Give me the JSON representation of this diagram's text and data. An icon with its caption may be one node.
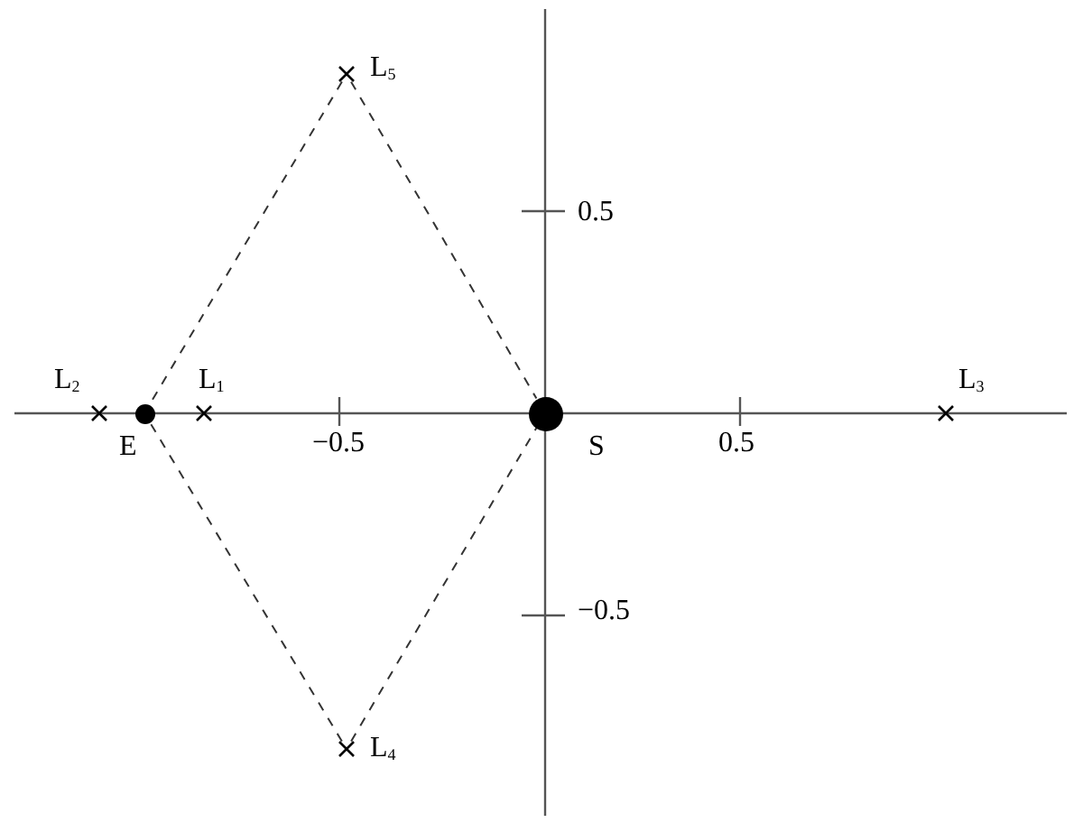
{
  "diagram": {
    "nodes": [
      {
        "text": [],
        "shape": "cross",
        "beside": [
          "L$_{2}$"
        ]
      },
      {
        "text": [],
        "shape": "circle",
        "beside": [
          "E"
        ]
      },
      {
        "text": [],
        "shape": "cross",
        "beside": [
          "L$_{1}$"
        ]
      },
      {
        "text": [],
        "shape": "cross",
        "beside": [
          "L$_{5}$"
        ]
      },
      {
        "text": [],
        "shape": "cross",
        "beside": [
          "L$_{4}$"
        ]
      },
      {
        "text": [],
        "shape": "circle",
        "beside": [
          "S"
        ]
      },
      {
        "text": [],
        "shape": "cross",
        "beside": [
          "L$_{3}$"
        ]
      }
    ],
    "edges": [
      {
        "from": 3,
        "to": 1,
        "arrow": "none",
        "style": "dashed"
      },
      {
        "from": 3,
        "to": 5,
        "arrow": "none",
        "style": "dashed"
      },
      {
        "from": 4,
        "to": 1,
        "arrow": "none",
        "style": "dashed"
      },
      {
        "from": 4,
        "to": 5,
        "arrow": "none",
        "style": "dashed"
      }
    ],
    "labels": [
      "0.5",
      "−0.5",
      "0.5",
      "−0.5"
    ]
  }
}
